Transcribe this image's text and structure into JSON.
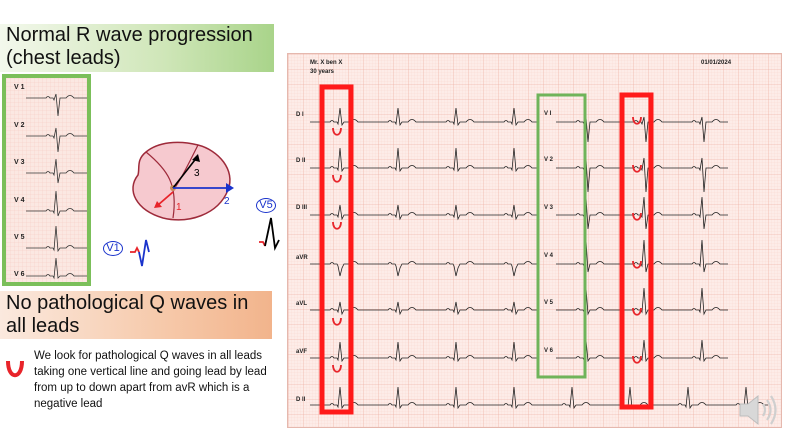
{
  "title": {
    "line1": "Normal R wave progression",
    "line2": "(chest leads)"
  },
  "chest_strip": {
    "labels": [
      "V 1",
      "V 2",
      "V 3",
      "V 4",
      "V 5",
      "V 6"
    ]
  },
  "heart": {
    "arrows": [
      "1",
      "2",
      "3"
    ],
    "left_lead": "V1",
    "right_lead": "V5"
  },
  "q_heading": {
    "line1": "No pathological Q waves in",
    "line2": "all leads"
  },
  "note": {
    "text": "We look for pathological Q waves in all leads taking one vertical line and going lead by lead from up to down apart from avR which is a negative lead"
  },
  "ecg": {
    "patient_name": "Mr. X ben X",
    "patient_age": "30 years",
    "date": "01/01/2024",
    "limb_leads": [
      "D I",
      "D II",
      "D III",
      "aVR",
      "aVL",
      "aVF",
      "D II"
    ],
    "chest_leads": [
      "V I",
      "V 2",
      "V 3",
      "V 4",
      "V 5",
      "V 6"
    ]
  },
  "colors": {
    "highlight_red": "#ff1a1a",
    "highlight_green": "#6fb45a",
    "q_marker": "#e8242a",
    "arrow_blue": "#1a33cc"
  },
  "icons": [
    "q-wave-marker-icon",
    "speaker-icon"
  ]
}
